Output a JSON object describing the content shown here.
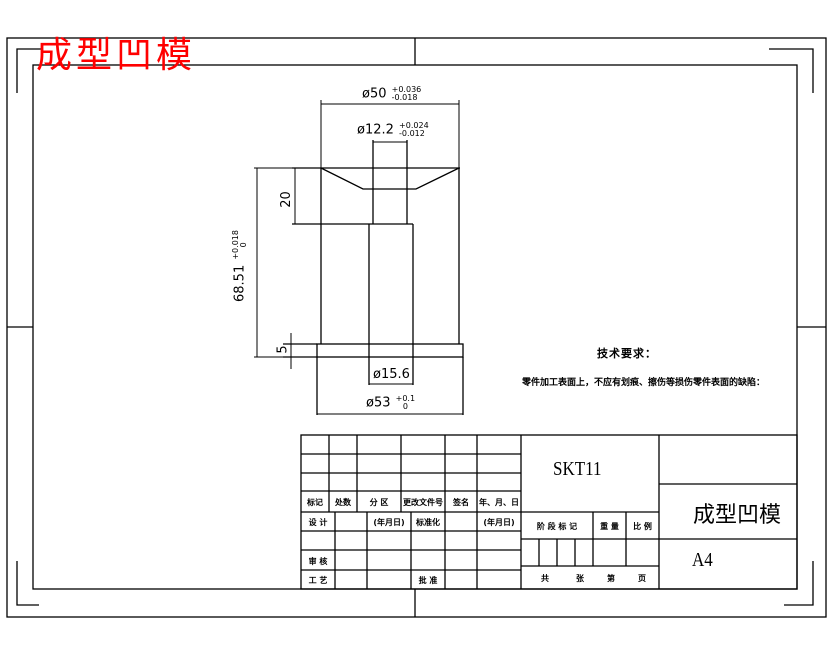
{
  "drawing": {
    "header_title": "成型凹模",
    "header_color": "#ff0000",
    "line_color": "#000000",
    "background": "#ffffff"
  },
  "dimensions": {
    "outer_diameter": {
      "nominal": "ø50",
      "upper": "+0.036",
      "lower": "-0.018"
    },
    "bore_diameter": {
      "nominal": "ø12.2",
      "upper": "+0.024",
      "lower": "-0.012"
    },
    "total_height": {
      "nominal": "68.51",
      "upper": "+0.018",
      "lower": "0"
    },
    "cavity_depth": {
      "nominal": "20"
    },
    "flange_height": {
      "nominal": "5"
    },
    "lower_bore": {
      "nominal": "ø15.6"
    },
    "flange_diameter": {
      "nominal": "ø53",
      "upper": "+0.1",
      "lower": "0"
    }
  },
  "technical_requirements": {
    "title": "技术要求：",
    "body": "零件加工表面上，不应有划痕、擦伤等损伤零件表面的缺陷："
  },
  "title_block": {
    "left_headers": [
      "标记",
      "处数",
      "分 区",
      "更改文件号",
      "签名",
      "年、月、日"
    ],
    "row_design": {
      "label": "设 计",
      "date1": "(年月日)",
      "std": "标准化",
      "date2": "(年月日)"
    },
    "row_review": {
      "label": "审 核"
    },
    "row_process": {
      "label": "工 艺",
      "approve": "批 准"
    },
    "stage_headers": {
      "stage": "阶 段 标 记",
      "weight": "重 量",
      "scale": "比 例"
    },
    "sheet_footer": [
      "共",
      "张",
      "第",
      "页"
    ],
    "material": "SKT11",
    "part_name": "成型凹模",
    "sheet_size": "A4"
  }
}
